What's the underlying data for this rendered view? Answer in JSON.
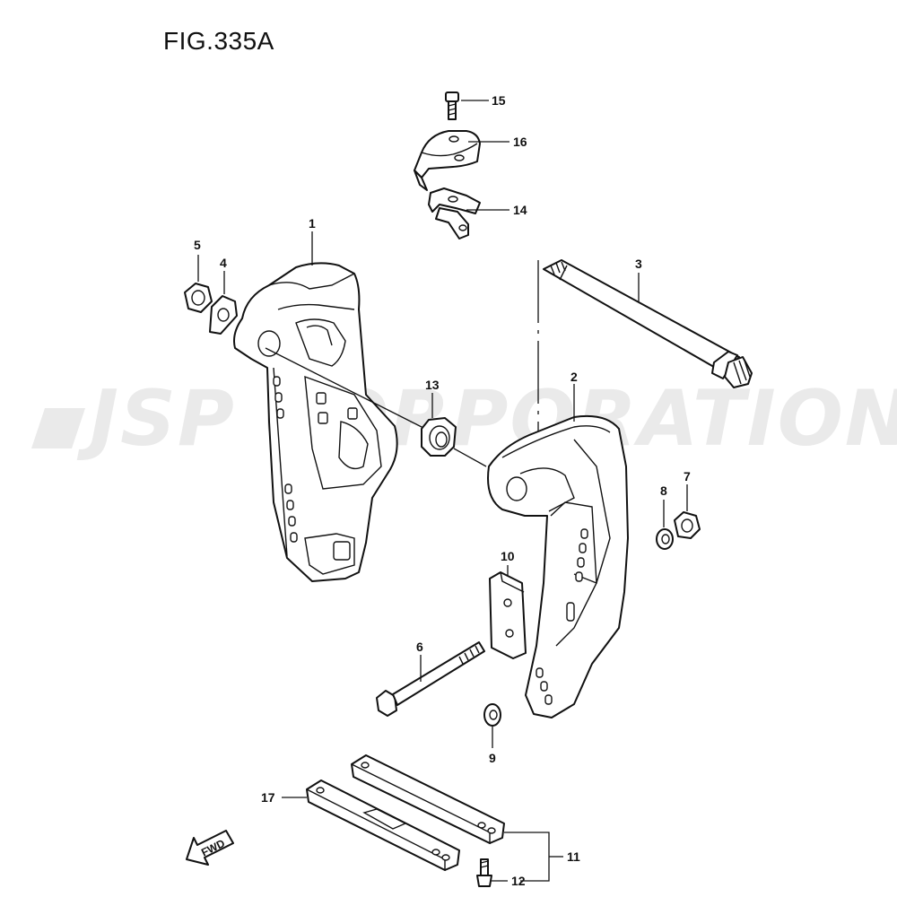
{
  "figure": {
    "title": "FIG.335A"
  },
  "watermark": {
    "text": "JSP CORPORATION",
    "color": "#d9d9d9"
  },
  "direction_arrow": {
    "label": "FWD"
  },
  "callouts": {
    "c1": "1",
    "c2": "2",
    "c3": "3",
    "c4": "4",
    "c5": "5",
    "c6": "6",
    "c7": "7",
    "c8": "8",
    "c9": "9",
    "c10": "10",
    "c11": "11",
    "c12": "12",
    "c13": "13",
    "c14": "14",
    "c15": "15",
    "c16": "16",
    "c17": "17"
  }
}
